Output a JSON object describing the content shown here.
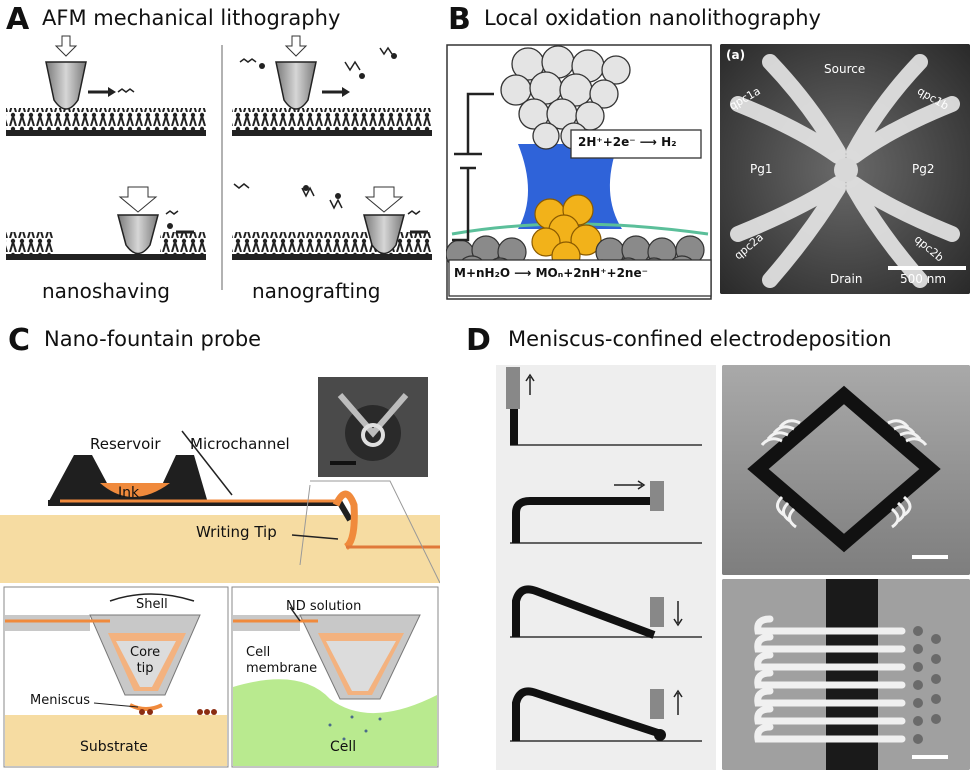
{
  "panels": {
    "a": {
      "letter": "A",
      "title": "AFM mechanical lithography",
      "captions": [
        "nanoshaving",
        "nanografting"
      ]
    },
    "b": {
      "letter": "B",
      "title": "Local oxidation nanolithography",
      "reaction_top": "2H⁺+2e⁻ ⟶ H₂",
      "reaction_bottom": "M+nH₂O ⟶ MOₙ+2nH⁺+2ne⁻",
      "sem_labels": {
        "tag": "(a)",
        "source": "Source",
        "drain": "Drain",
        "qpc1a": "qpc1a",
        "qpc1b": "qpc1b",
        "qpc2a": "qpc2a",
        "qpc2b": "qpc2b",
        "pg1": "Pg1",
        "pg2": "Pg2",
        "scale": "500 nm"
      }
    },
    "c": {
      "letter": "C",
      "title": "Nano-fountain probe",
      "labels": {
        "reservoir": "Reservoir",
        "ink": "Ink",
        "microchannel": "Microchannel",
        "writing_tip": "Writing Tip",
        "shell": "Shell",
        "core_tip_1": "Core",
        "core_tip_2": "tip",
        "meniscus": "Meniscus",
        "substrate": "Substrate",
        "nd_solution": "ND solution",
        "cell_membrane_1": "Cell",
        "cell_membrane_2": "membrane",
        "cell": "Cell"
      }
    },
    "d": {
      "letter": "D",
      "title": "Meniscus-confined electrodeposition"
    }
  },
  "colors": {
    "ink_orange": "#f08a3c",
    "water_blue": "#2f63d9",
    "gold": "#f2b21a",
    "cell_green": "#b9ea8f",
    "substrate_tan": "#f6dca2"
  }
}
